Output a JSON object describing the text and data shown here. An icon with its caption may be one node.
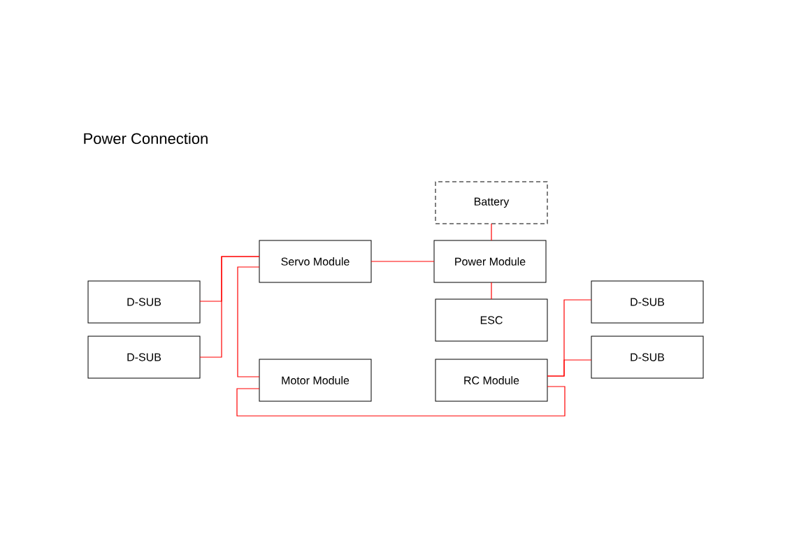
{
  "diagram": {
    "title": "Power Connection",
    "nodes": [
      {
        "text": [
          "Battery"
        ]
      },
      {
        "text": [
          "Servo Module"
        ]
      },
      {
        "text": [
          "Power Module"
        ]
      },
      {
        "text": [
          "D-SUB"
        ]
      },
      {
        "text": [
          "D-SUB"
        ]
      },
      {
        "text": [
          "ESC"
        ]
      },
      {
        "text": [
          "D-SUB"
        ]
      },
      {
        "text": [
          "D-SUB"
        ]
      },
      {
        "text": [
          "Motor Module"
        ]
      },
      {
        "text": [
          "RC Module"
        ]
      }
    ],
    "edges": [
      {
        "from": 0,
        "to": 2,
        "arrow": "none"
      },
      {
        "from": 3,
        "to": 1,
        "arrow": "none"
      },
      {
        "from": 6,
        "to": 1,
        "arrow": "none"
      },
      {
        "from": 1,
        "to": 2,
        "arrow": "none"
      },
      {
        "from": 2,
        "to": 5,
        "arrow": "none"
      },
      {
        "from": 1,
        "to": 8,
        "arrow": "none"
      },
      {
        "from": 9,
        "to": 4,
        "arrow": "none"
      },
      {
        "from": 9,
        "to": 7,
        "arrow": "none"
      },
      {
        "from": 8,
        "to": 9,
        "arrow": "none"
      }
    ]
  }
}
